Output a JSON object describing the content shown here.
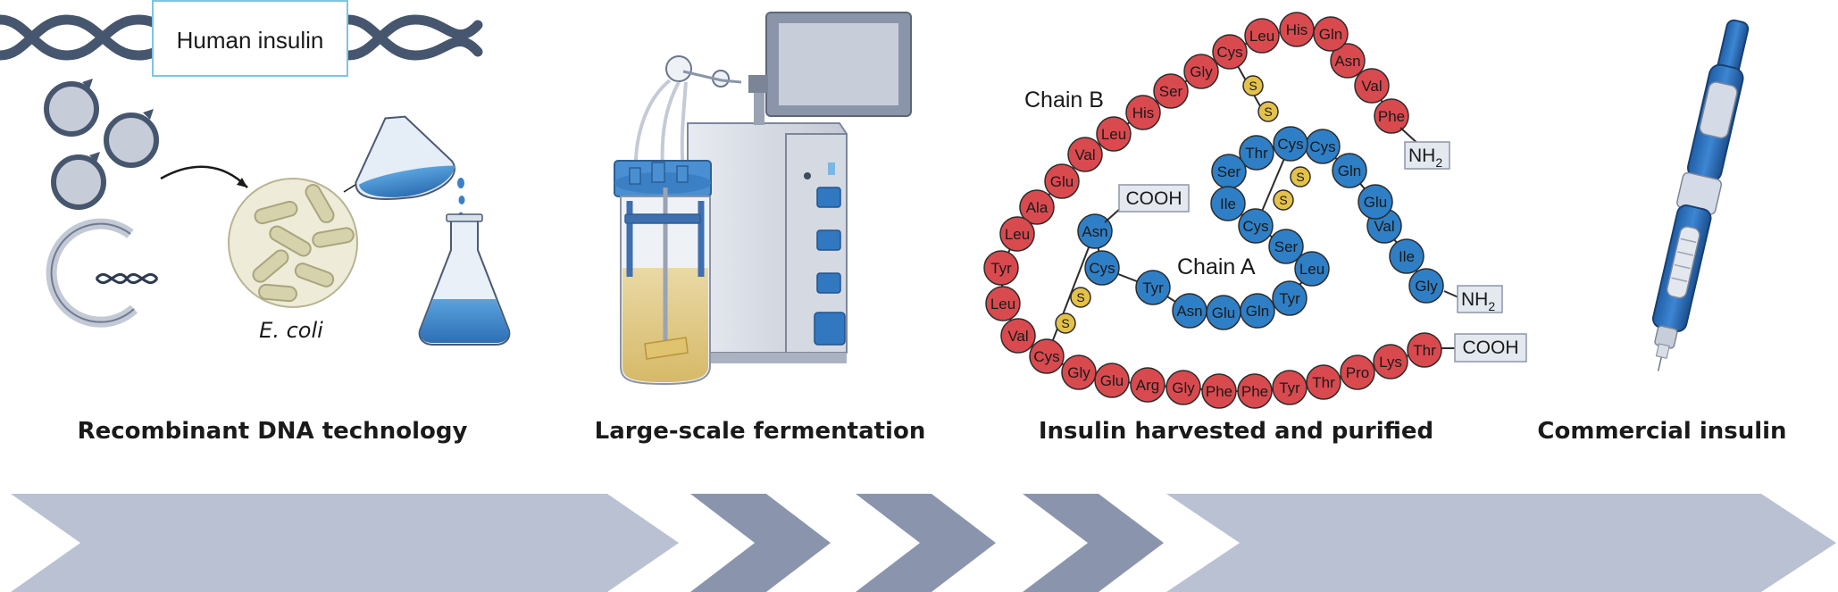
{
  "labels": {
    "gene": "Human insulin",
    "bacteria": "E. coli",
    "chain_b": "Chain B",
    "chain_a": "Chain A",
    "nh2": "NH",
    "sub2": "2",
    "cooh": "COOH",
    "sulfur": "S"
  },
  "steps": [
    "Recombinant DNA technology",
    "Large-scale fermentation",
    "Insulin harvested and purified",
    "Commercial insulin"
  ],
  "chain_b_residues": [
    "Phe",
    "Val",
    "Asn",
    "Gln",
    "His",
    "Leu",
    "Cys",
    "Gly",
    "Ser",
    "His",
    "Leu",
    "Val",
    "Glu",
    "Ala",
    "Leu",
    "Tyr",
    "Leu",
    "Val",
    "Cys",
    "Gly",
    "Glu",
    "Arg",
    "Gly",
    "Phe",
    "Phe",
    "Tyr",
    "Thr",
    "Pro",
    "Lys",
    "Thr"
  ],
  "chain_a_residues": [
    "Gly",
    "Ile",
    "Val",
    "Glu",
    "Gln",
    "Cys",
    "Cys",
    "Thr",
    "Ser",
    "Ile",
    "Cys",
    "Ser",
    "Leu",
    "Tyr",
    "Gln",
    "Glu",
    "Asn",
    "Tyr",
    "Cys",
    "Asn"
  ],
  "colors": {
    "chain_b": "#d94a4f",
    "chain_a": "#2f7fc6",
    "sulfur": "#e4c14a",
    "arrow_light": "#b9c1d2",
    "arrow_dark": "#8a95ad",
    "dna": "#46566e"
  }
}
